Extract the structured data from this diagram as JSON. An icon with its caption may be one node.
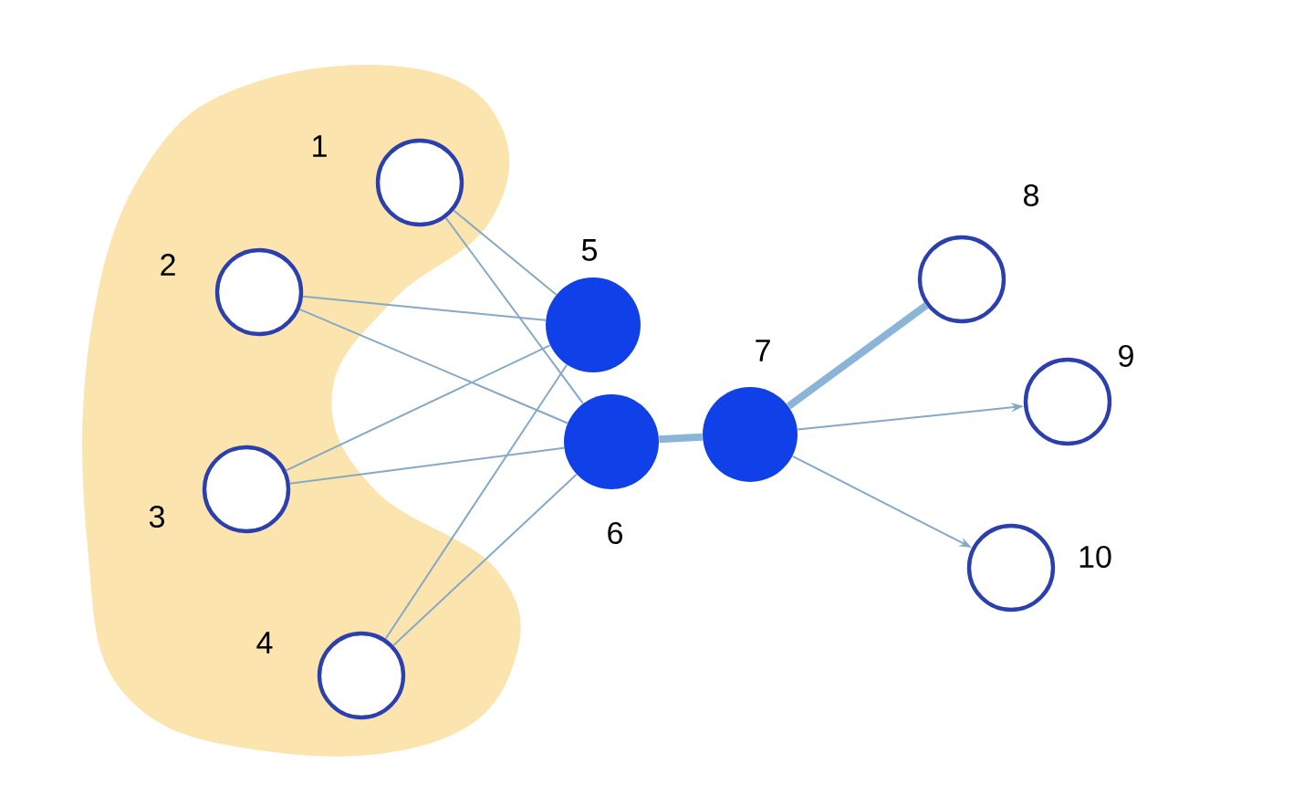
{
  "diagram": {
    "nodes": [
      {
        "text": [],
        "shape": "circle",
        "beside": [
          "1"
        ]
      },
      {
        "text": [],
        "shape": "circle",
        "beside": [
          "2"
        ]
      },
      {
        "text": [],
        "shape": "circle",
        "beside": [
          "3"
        ]
      },
      {
        "text": [],
        "shape": "circle",
        "beside": [
          "4"
        ]
      },
      {
        "text": [],
        "shape": "disc",
        "beside": [
          "5"
        ]
      },
      {
        "text": [],
        "shape": "disc",
        "beside": [
          "6"
        ]
      },
      {
        "text": [],
        "shape": "disc",
        "beside": [
          "7"
        ]
      },
      {
        "text": [],
        "shape": "circle",
        "beside": [
          "8"
        ]
      },
      {
        "text": [],
        "shape": "circle",
        "beside": [
          "9"
        ]
      },
      {
        "text": [],
        "shape": "circle",
        "beside": [
          "10"
        ]
      }
    ],
    "edges": [
      {
        "from": 0,
        "to": 4,
        "arrow": "none"
      },
      {
        "from": 0,
        "to": 5,
        "arrow": "none"
      },
      {
        "from": 1,
        "to": 4,
        "arrow": "none"
      },
      {
        "from": 1,
        "to": 5,
        "arrow": "none"
      },
      {
        "from": 2,
        "to": 4,
        "arrow": "none"
      },
      {
        "from": 2,
        "to": 5,
        "arrow": "none"
      },
      {
        "from": 3,
        "to": 4,
        "arrow": "none"
      },
      {
        "from": 3,
        "to": 5,
        "arrow": "none"
      },
      {
        "from": 5,
        "to": 6,
        "arrow": "none",
        "style": "thick"
      },
      {
        "from": 6,
        "to": 7,
        "arrow": "none",
        "style": "thick"
      },
      {
        "from": 6,
        "to": 8,
        "arrow": "to"
      },
      {
        "from": 6,
        "to": 9,
        "arrow": "to"
      }
    ]
  }
}
